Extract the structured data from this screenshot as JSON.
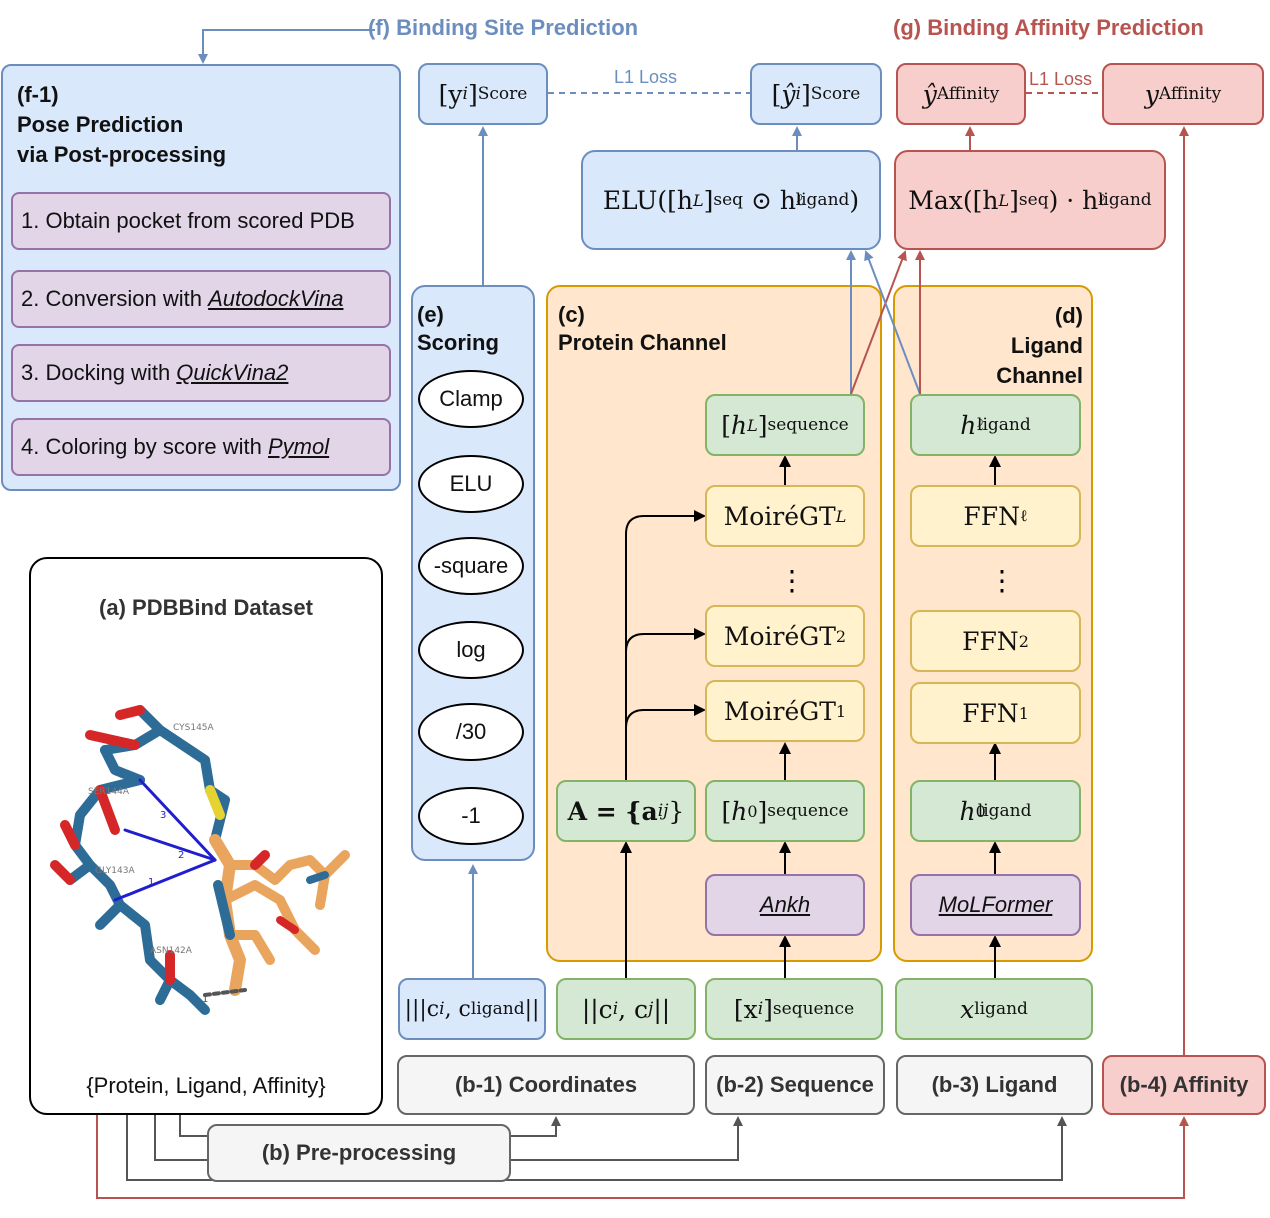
{
  "f_title": "(f) Binding Site Prediction",
  "g_title": "(g) Binding Affinity Prediction",
  "f1": {
    "label": "(f-1)",
    "title1": "Pose Prediction",
    "title2": "via Post-processing",
    "steps": [
      {
        "prefix": "1. Obtain pocket from scored PDB",
        "tool": ""
      },
      {
        "prefix": "2. Conversion with ",
        "tool": "AutodockVina"
      },
      {
        "prefix": "3. Docking with ",
        "tool": "QuickVina2"
      },
      {
        "prefix": "4. Coloring by score with ",
        "tool": "Pymol"
      }
    ]
  },
  "loss_label": "L1 Loss",
  "score_y": "[y",
  "score_y_sub": "i",
  "score_y_tail": "]",
  "score_sub": "Score",
  "elu": {
    "pre": "ELU([h",
    "sup": "L",
    "mid": "]",
    "seq": "seq",
    "op": " ⊙ h",
    "lsup": "ℓ",
    "lsub": "ligand",
    "end": ")"
  },
  "max": {
    "pre": "Max([h",
    "sup": "L",
    "mid": "]",
    "seq": "seq",
    "op": ") · h",
    "lsup": "ℓ",
    "lsub": "ligand"
  },
  "affinity_sub": "Affinity",
  "scoring": {
    "label": "(e)",
    "title": "Scoring",
    "ops": [
      "Clamp",
      "ELU",
      "-square",
      "log",
      "/30",
      "-1"
    ]
  },
  "protein": {
    "label": "(c)",
    "title": "Protein Channel"
  },
  "ligand": {
    "label": "(d)",
    "title1": "Ligand",
    "title2": "Channel"
  },
  "moire": {
    "base": "MoiréGT",
    "sups": [
      "L",
      "2",
      "1"
    ]
  },
  "ffn": {
    "base": "FFN",
    "sups": [
      "ℓ",
      "2",
      "1"
    ]
  },
  "h_seq_sub": "sequence",
  "h_lig_sub": "ligand",
  "adjacency": "A = {a",
  "adjacency_sub": "ij",
  "adjacency_end": "}",
  "ankh": "Ankh",
  "molformer": "MoLFormer",
  "inputs": {
    "coord_lig": "|||c",
    "coord_lig_i": "i",
    "coord_lig_mid": ", c",
    "coord_lig_sub": "ligand",
    "coord_lig_end": "||",
    "coord_pair": "||c",
    "coord_pair_i": "i",
    "coord_pair_mid": ", c",
    "coord_pair_j": "j",
    "coord_pair_end": "||",
    "x_seq": "[x",
    "x_seq_i": "i",
    "x_seq_end": "]",
    "x_seq_sub": "sequence",
    "x_lig": "x",
    "x_lig_sub": "ligand"
  },
  "b1": "(b-1) Coordinates",
  "b2": "(b-2) Sequence",
  "b3": "(b-3) Ligand",
  "b4": "(b-4) Affinity",
  "b_pre": "(b) Pre-processing",
  "a_title": "(a) PDBBind Dataset",
  "a_caption": "{Protein, Ligand, Affinity}",
  "residues": [
    "CYS145A",
    "SER144A",
    "GLY143A",
    "ASN142A"
  ],
  "bond_labels": [
    "3",
    "2",
    "1",
    "1"
  ],
  "colors": {
    "blue": "#6c8ebf",
    "red": "#b85450",
    "protein": "#2c6c96",
    "ligand": "#e9a55e"
  }
}
